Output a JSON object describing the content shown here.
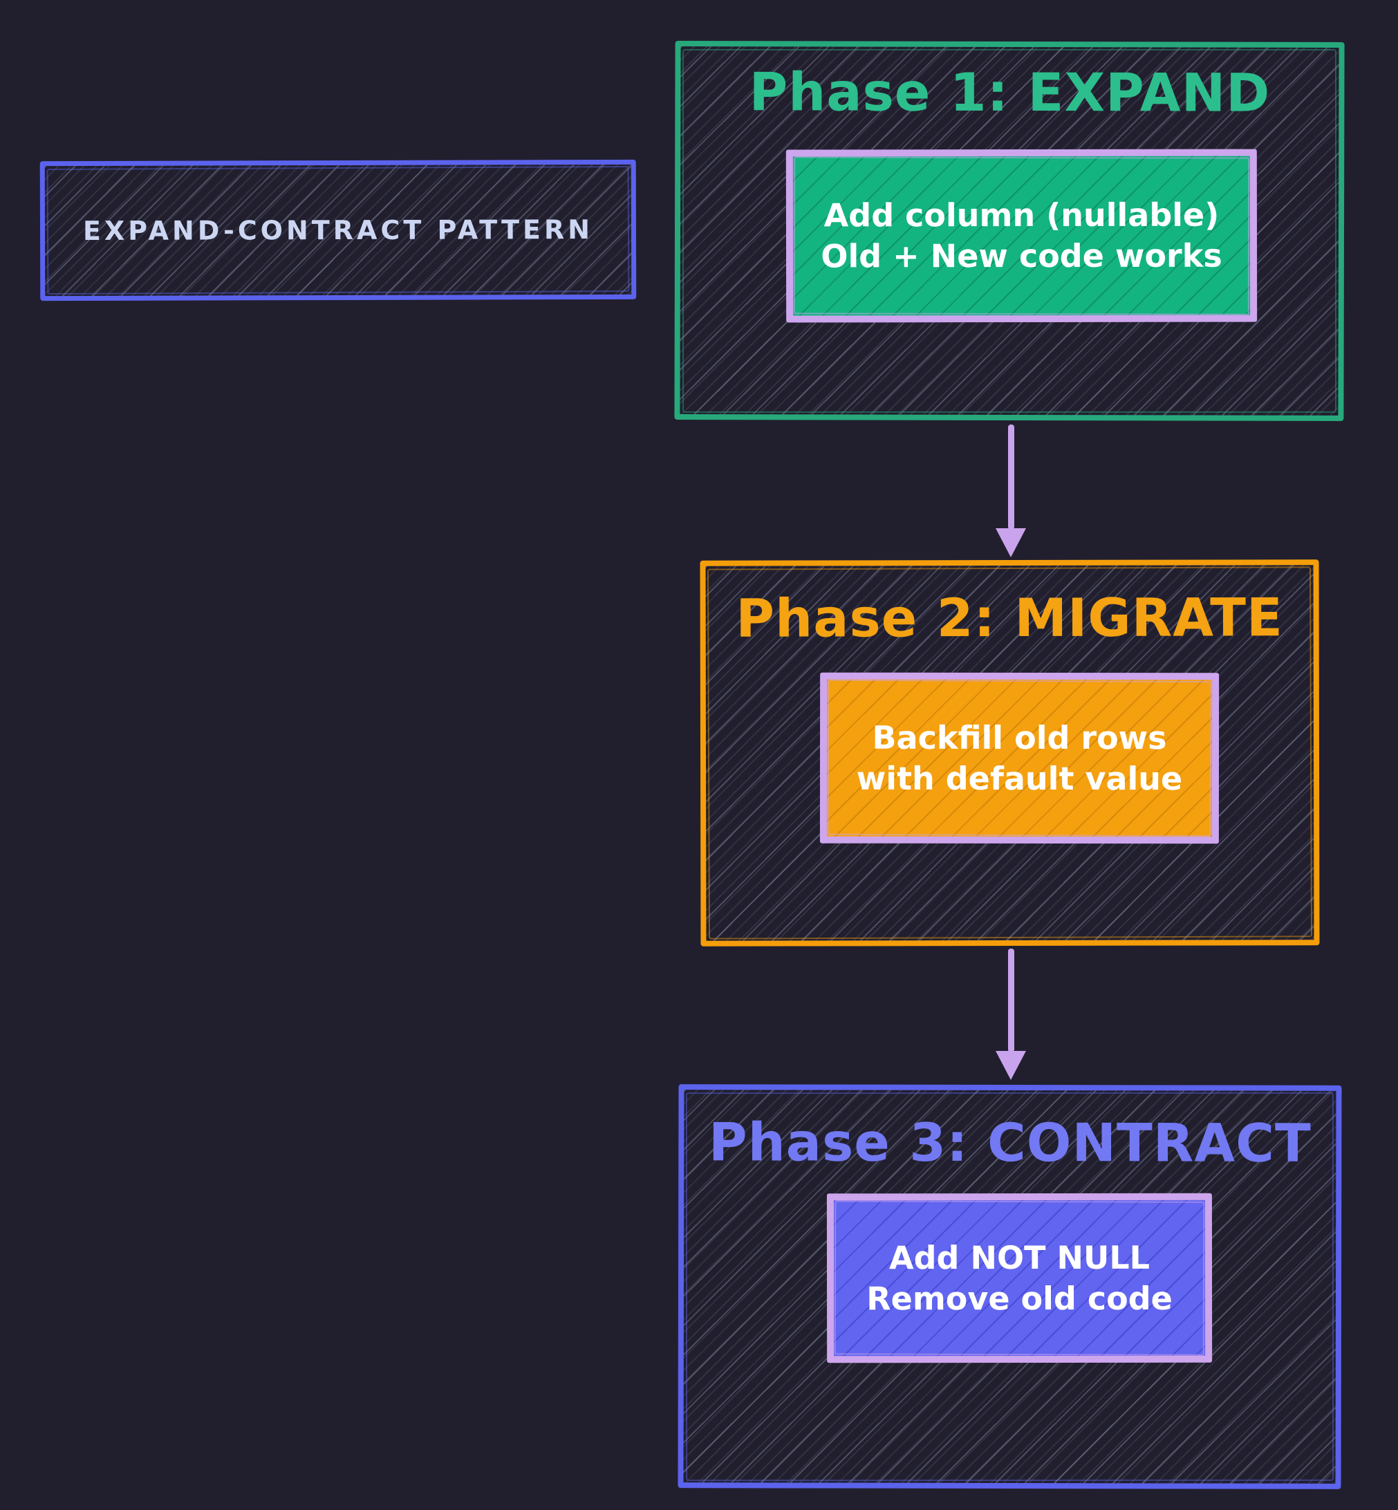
{
  "diagram": {
    "background_color": "#211f2e",
    "hatch_line_color": "#aab2d6",
    "style": "hand-drawn sketch flowchart"
  },
  "title_box": {
    "label": "EXPAND-CONTRACT PATTERN",
    "border_color": "#5b63ee",
    "text_color": "#ccd6f2"
  },
  "phases": [
    {
      "heading": "Phase 1: EXPAND",
      "accent_color": "#2cbe8c",
      "border_color": "#27a97c",
      "card": {
        "line1": "Add column (nullable)",
        "line2": "Old + New code works",
        "fill_color": "#13b480",
        "border_color": "#cda6ed",
        "text_color": "#ffffff"
      }
    },
    {
      "heading": "Phase 2: MIGRATE",
      "accent_color": "#f5a312",
      "border_color": "#f59e0b",
      "card": {
        "line1": "Backfill old rows",
        "line2": "with default value",
        "fill_color": "#f5a00f",
        "border_color": "#cda6ed",
        "text_color": "#ffffff"
      }
    },
    {
      "heading": "Phase 3: CONTRACT",
      "accent_color": "#7279f2",
      "border_color": "#5c63ec",
      "card": {
        "line1": "Add NOT NULL",
        "line2": "Remove old code",
        "fill_color": "#6165ef",
        "border_color": "#cda6ed",
        "text_color": "#ffffff"
      }
    }
  ],
  "arrows": {
    "color": "#c9a4ec",
    "direction": "down",
    "connections": [
      "phase-1-to-phase-2",
      "phase-2-to-phase-3"
    ]
  }
}
